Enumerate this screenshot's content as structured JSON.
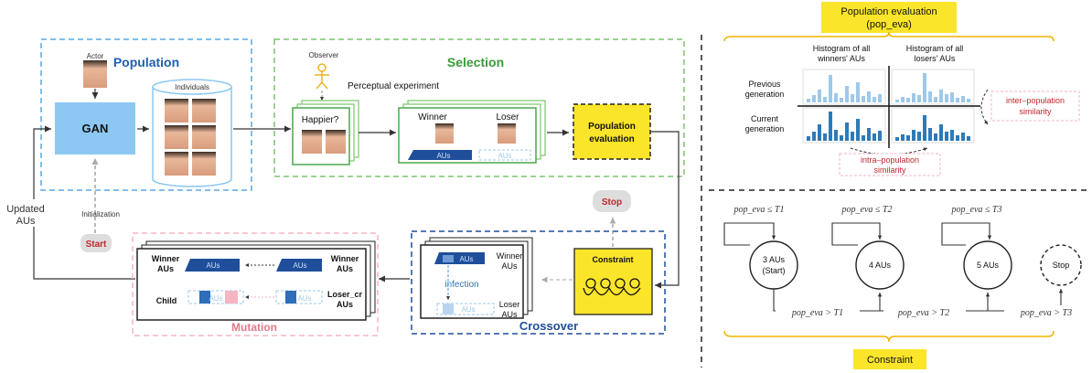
{
  "left": {
    "actor_label": "Actor",
    "population_title": "Population",
    "gan_label": "GAN",
    "individuals_label": "Individuals",
    "updated_label_1": "Updated",
    "updated_label_2": "AUs",
    "initialization_label": "Initialization",
    "start_label": "Start",
    "selection_title": "Selection",
    "observer_label": "Observer",
    "perceptual_label": "Perceptual experiment",
    "question_label": "Happier?",
    "winner_label": "Winner",
    "loser_label": "Loser",
    "aus_label": "AUs",
    "pop_eval_label_1": "Population",
    "pop_eval_label_2": "evaluation",
    "stop_label": "Stop",
    "constraint_label": "Constraint",
    "crossover_title": "Crossover",
    "crossover_winner_1": "Winner",
    "crossover_winner_2": "AUs",
    "crossover_loser_1": "Loser",
    "crossover_loser_2": "AUs",
    "infection_label": "infection",
    "mutation_title": "Mutation",
    "mutation_winner_1": "Winner",
    "mutation_winner_2": "AUs",
    "mutation_child": "Child",
    "mutation_loser_1": "Loser_cr",
    "mutation_loser_2": "AUs"
  },
  "right_top": {
    "title_1": "Population evaluation",
    "title_2": "(pop_eva)",
    "col1_1": "Histogram of all",
    "col1_2": "winners' AUs",
    "col2_1": "Histogram of all",
    "col2_2": "losers' AUs",
    "row1_1": "Previous",
    "row1_2": "generation",
    "row2_1": "Current",
    "row2_2": "generation",
    "inter_1": "inter–population",
    "inter_2": "similarity",
    "intra_1": "intra–population",
    "intra_2": "similarity"
  },
  "right_bottom": {
    "cond1_top": "pop_eva ≤ T1",
    "cond2_top": "pop_eva ≤ T2",
    "cond3_top": "pop_eva ≤ T3",
    "state1_1": "3 AUs",
    "state1_2": "(Start)",
    "state2": "4 AUs",
    "state3": "5 AUs",
    "state4": "Stop",
    "cond1_bot": "pop_eva > T1",
    "cond2_bot": "pop_eva > T2",
    "cond3_bot": "pop_eva > T3",
    "constraint_title": "Constraint"
  },
  "colors": {
    "blue_dashed": "#5aa9e6",
    "green_dashed": "#7cc46e",
    "navy": "#1f4e9b",
    "pink": "#f4b6c2",
    "yellow": "#fbe52a",
    "gan_blue": "#8cc8f2",
    "red_text": "#c0272d",
    "hist_light": "#9ec9e9",
    "hist_dark": "#2e7ab8"
  }
}
